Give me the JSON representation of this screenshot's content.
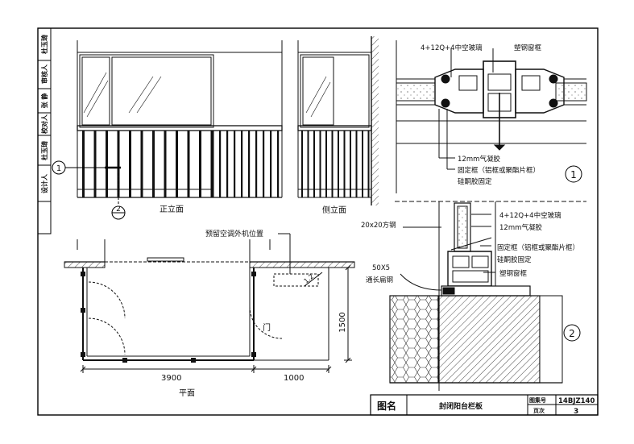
{
  "side_bar": {
    "cells": [
      "杜玉琦",
      "审核人",
      "张 静",
      "校对人",
      "杜玉琦",
      "设计人"
    ]
  },
  "views": {
    "front_elevation": "正立面",
    "side_elevation": "侧立面",
    "plan": "平面"
  },
  "callouts": {
    "one": "1",
    "two": "2"
  },
  "plan_labels": {
    "ac_position": "预留空调外机位置",
    "door": "门",
    "ac_size": "1.2",
    "dim_width_left": "3900",
    "dim_width_right": "1000",
    "dim_depth": "1500"
  },
  "detail1": {
    "glass": "4+12Q+4中空玻璃",
    "frame": "塑钢窗框",
    "sealant": "12mm气凝胶",
    "fixed_frame": "固定框（铝框或聚酯片框）",
    "silicone": "硅酮胶固定",
    "number": "1"
  },
  "detail2": {
    "glass": "4+12Q+4中空玻璃",
    "sealant": "12mm气凝胶",
    "square_steel": "20x20方钢",
    "fixed_frame": "固定框（铝框或聚酯片框）",
    "silicone": "硅酮胶固定",
    "frame": "塑钢窗框",
    "flat_steel_size": "50X5",
    "flat_steel": "通长扁钢",
    "number": "2"
  },
  "title_block": {
    "label": "图名",
    "title": "封闭阳台栏板",
    "atlas_label": "图集号",
    "atlas_value": "14BJZ140",
    "page_label": "页次",
    "page_value": "3"
  }
}
